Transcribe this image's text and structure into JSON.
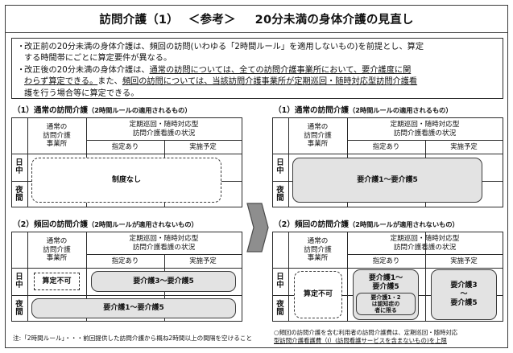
{
  "document": {
    "title_main": "訪問介護（1）",
    "title_ref": "＜参考＞",
    "title_sub": "20分未満の身体介護の見直し"
  },
  "lead": {
    "bullet": "・",
    "items": [
      {
        "line1": "改正前の20分未満の身体介護は、頻回の訪問(いわゆる「2時間ルール」を適用しないもの)を前提とし、算定",
        "line2": "する時間帯にごとに算定要件が異なる。"
      },
      {
        "line1_a": "改正後の20分未満の身体介護は、",
        "line1_b": "通常の訪問については、全ての訪問介護事業所において、要介護度に関",
        "line2_a": "わらず算定できる。",
        "line2_b": "また、",
        "line2_c": "頻回の訪問については、当該訪問介護事業所が定期巡回・随時対応型訪問介護看",
        "line3": "護を行う場合等に算定できる。"
      }
    ]
  },
  "table_headers": {
    "col_jigyosho": "通常の\n訪問介護\n事業所",
    "col_jigyosho_l1": "通常の",
    "col_jigyosho_l2": "訪問介護",
    "col_jigyosho_l3": "事業所",
    "group_l1": "定期巡回・随時対応型",
    "group_l2": "訪問介護看護の状況",
    "sub_shitei": "指定あり",
    "sub_jisshi": "実施予定",
    "row_nicchu_l1": "日",
    "row_nicchu_l2": "中",
    "row_yakan_l1": "夜",
    "row_yakan_l2": "間"
  },
  "before": {
    "section1": {
      "title": "（1）通常の訪問介護",
      "title_note": "（2時間ルールの適用されるもの）",
      "span_cell": "制度なし"
    },
    "section2": {
      "title": "（2）頻回の訪問介護",
      "title_note": "（2時間ルールが適用されないもの）",
      "nicchu_jigyosho": "算定不可",
      "nicchu_span": "要介護3〜要介護5",
      "yakan_span": "要介護1〜要介護5"
    }
  },
  "after": {
    "section1": {
      "title": "（1）通常の訪問介護",
      "title_note": "（2時間ルールの適用されるもの）",
      "span_cell": "要介護1〜要介護5"
    },
    "section2": {
      "title": "（2）頻回の訪問介護",
      "title_note": "（2時間ルールが適用されないもの）",
      "jigyosho_cell": "算定不可",
      "shitei_l1": "要介護1〜",
      "shitei_l2": "要介護5",
      "shitei_note_l1": "要介護1・2",
      "shitei_note_l2": "は認知症の",
      "shitei_note_l3": "者に限る",
      "jisshi_l1": "要介護3",
      "jisshi_l2": "〜",
      "jisshi_l3": "要介護5"
    }
  },
  "notes": {
    "left": "注:「2時間ルール」・・・前回提供した訪問介護から概ね2時間以上の間隔を空けること",
    "right_line1": "○頻回の訪問介護を含む利用者の訪問介護費は、定期巡回・随時対応",
    "right_line2": "型訪問介護看護費（Ⅰ）(訪問看護サービスを含まないもの)を上限"
  },
  "arrow": {
    "name": "right-arrow",
    "color": "#8a8a8a"
  },
  "colors": {
    "border": "#2a2a2a",
    "pill_fill": "#e3e3e3",
    "page_bg": "#ffffff"
  }
}
